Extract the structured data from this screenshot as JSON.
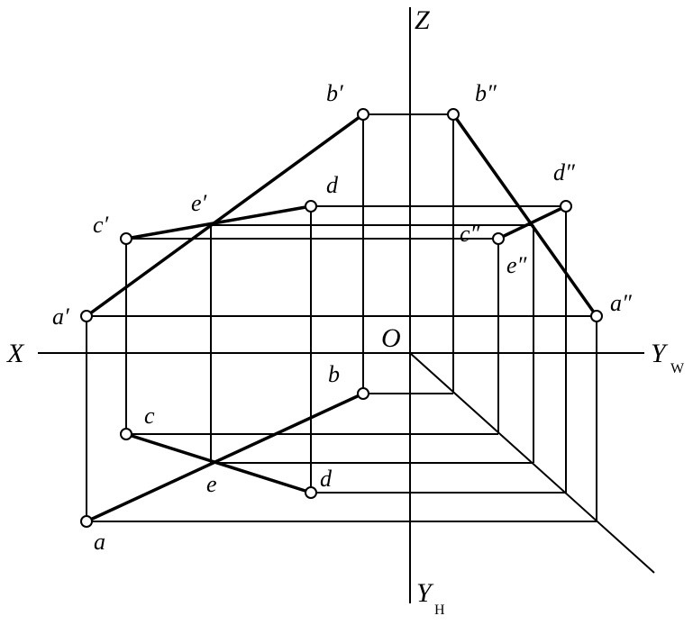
{
  "axes": {
    "z": "Z",
    "x": "X",
    "origin": "O",
    "yw": "Y",
    "yw_sub": "W",
    "yh": "Y",
    "yh_sub": "H"
  },
  "labels": {
    "a_prime": "a′",
    "b_prime": "b′",
    "c_prime": "c′",
    "d_front": "d",
    "e_prime": "e′",
    "a_dprime": "a″",
    "b_dprime": "b″",
    "c_dprime": "c″",
    "d_dprime": "d″",
    "e_dprime": "e″",
    "a": "a",
    "b": "b",
    "c": "c",
    "d": "d",
    "e": "e"
  }
}
